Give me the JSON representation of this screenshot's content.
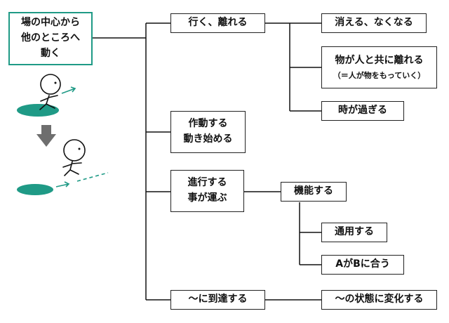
{
  "root": {
    "label": "場の中心から\n他のところへ\n動く"
  },
  "level1": [
    {
      "label": "行く、離れる"
    },
    {
      "label": "作動する\n動き始める"
    },
    {
      "label": "進行する\n事が運ぶ"
    },
    {
      "label": "〜に到達する"
    }
  ],
  "level2": {
    "go": [
      {
        "label": "消える、なくなる"
      },
      {
        "label": "物が人と共に離れる",
        "sub": "（＝人が物をもっていく）"
      },
      {
        "label": "時が過ぎる"
      }
    ],
    "progress": [
      {
        "label": "機能する"
      }
    ],
    "reach": [
      {
        "label": "〜の状態に変化する"
      }
    ]
  },
  "level3": [
    {
      "label": "通用する"
    },
    {
      "label": "AがBに合う"
    }
  ],
  "colors": {
    "accent": "#1f9a86",
    "line": "#111111",
    "arrow": "#6e6e6e"
  }
}
